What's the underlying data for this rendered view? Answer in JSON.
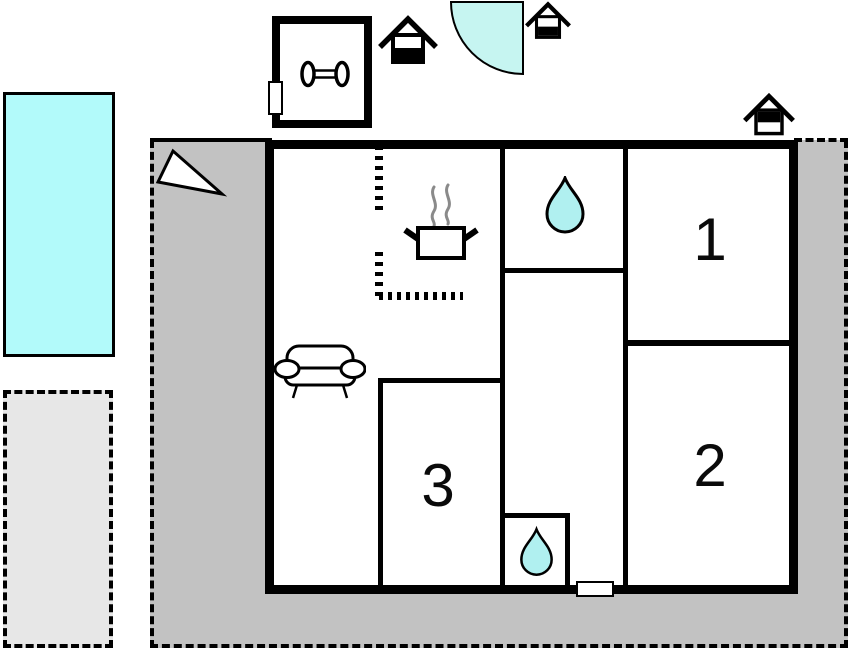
{
  "plan": {
    "type": "holiday-home floor plan",
    "rooms": [
      {
        "id": "room-1",
        "label": "1"
      },
      {
        "id": "room-2",
        "label": "2"
      },
      {
        "id": "room-3",
        "label": "3"
      }
    ],
    "colors": {
      "pool": "#b2fafa",
      "water_drop": "#b0f0f0",
      "door_swing": "#c6f5f1",
      "terrace": "#c2c2c2",
      "annex_pad": "#e7e7e7",
      "wall": "#000000",
      "steam": "#8a8a8a"
    },
    "icons": [
      "dumbbell-icon",
      "house-marker-icon",
      "door-swing-icon",
      "north-arrow-icon",
      "stove-pot-icon",
      "water-drop-icon",
      "sofa-icon"
    ]
  }
}
